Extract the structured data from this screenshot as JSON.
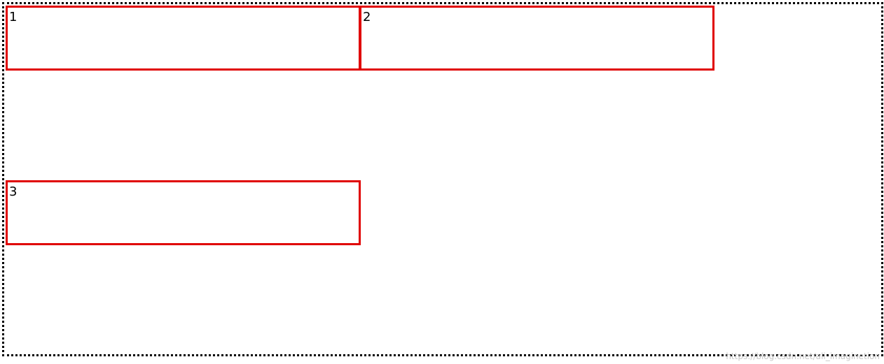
{
  "boxes": [
    {
      "label": "1"
    },
    {
      "label": "2"
    },
    {
      "label": "3"
    }
  ],
  "watermark": {
    "text": "https://blog.csdn.net/ali_imaginetion"
  },
  "colors": {
    "box_border": "#e00000",
    "container_border": "#000000",
    "background": "#ffffff",
    "watermark": "#c8c8c8"
  }
}
